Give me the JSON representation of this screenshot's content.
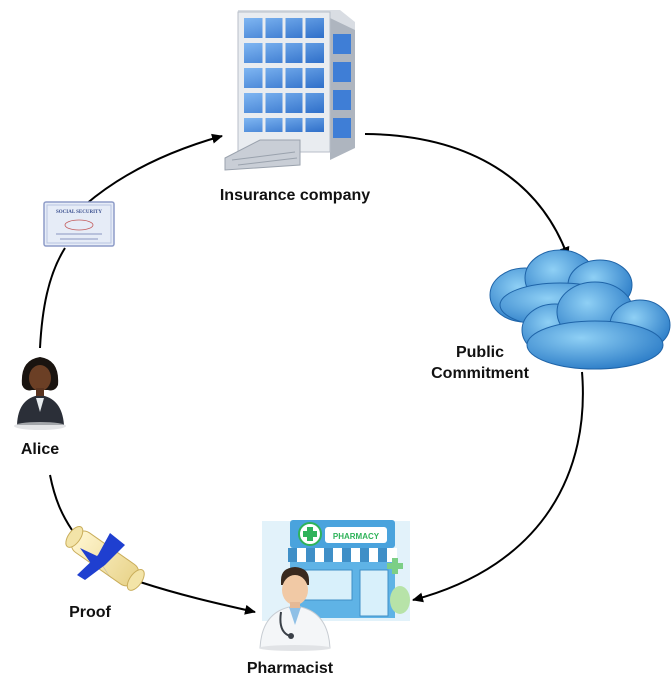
{
  "nodes": {
    "insurance": {
      "label": "Insurance company"
    },
    "public": {
      "line1": "Public",
      "line2": "Commitment"
    },
    "alice": {
      "label": "Alice"
    },
    "proof": {
      "label": "Proof"
    },
    "pharmacist": {
      "label": "Pharmacist"
    }
  },
  "icons": {
    "building": "office-building-icon",
    "cloud": "cloud-icon",
    "person": "businesswoman-icon",
    "card": "social-security-card-icon",
    "scroll": "diploma-scroll-icon",
    "pharmacy": "pharmacy-store-icon",
    "doctor": "doctor-icon"
  },
  "card": {
    "title": "SOCIAL SECURITY"
  },
  "pharmacy": {
    "sign": "PHARMACY"
  },
  "colors": {
    "arrow": "#000000",
    "building_glass": "#4a8fe0",
    "cloud": "#3d8fd6",
    "pharmacy_green": "#2fb35a",
    "ribbon": "#1f3fd0"
  }
}
